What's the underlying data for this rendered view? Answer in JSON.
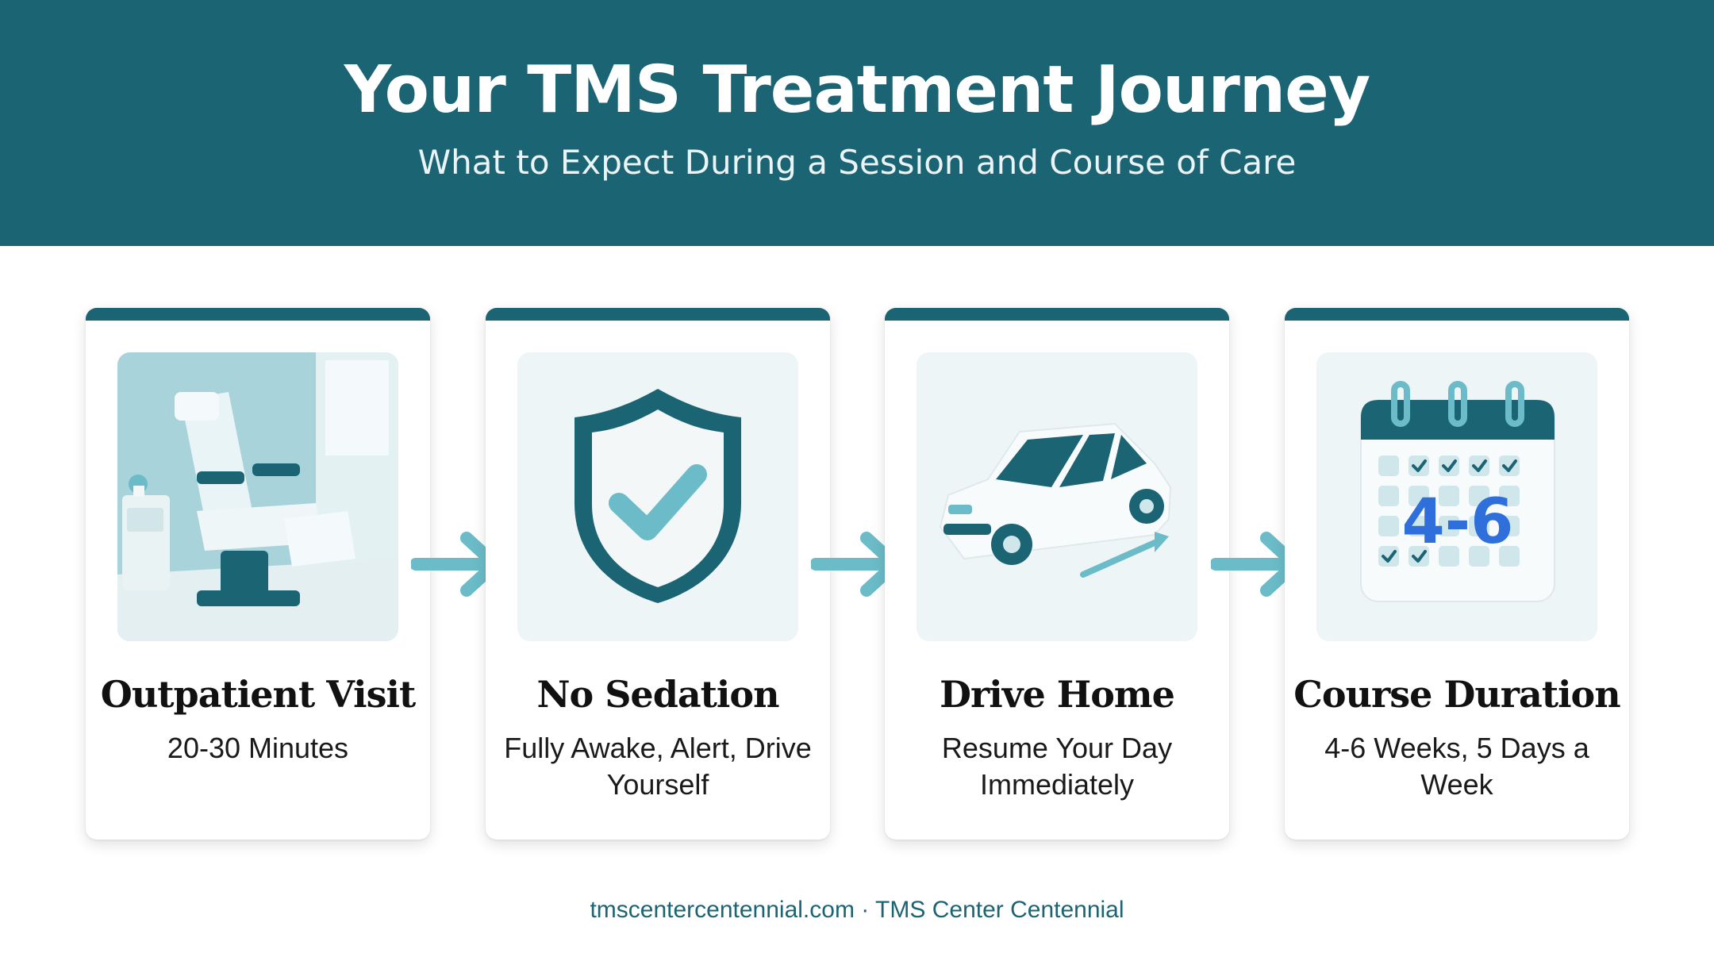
{
  "header": {
    "title": "Your TMS Treatment Journey",
    "subtitle": "What to Expect During a Session and Course of Care"
  },
  "steps": [
    {
      "title": "Outpatient Visit",
      "description": "20-30 Minutes",
      "icon": "treatment-chair-icon"
    },
    {
      "title": "No Sedation",
      "description": "Fully Awake, Alert, Drive Yourself",
      "icon": "shield-check-icon"
    },
    {
      "title": "Drive Home",
      "description": "Resume Your Day Immediately",
      "icon": "car-icon"
    },
    {
      "title": "Course Duration",
      "description": "4-6 Weeks, 5 Days a Week",
      "icon": "calendar-icon",
      "calendar_label": "4-6"
    }
  ],
  "footer": {
    "text": "tmscentercentennial.com · TMS Center Centennial"
  },
  "colors": {
    "brand": "#1b6473",
    "accent": "#6bbcc8",
    "calendar_label": "#2f6fdc"
  }
}
